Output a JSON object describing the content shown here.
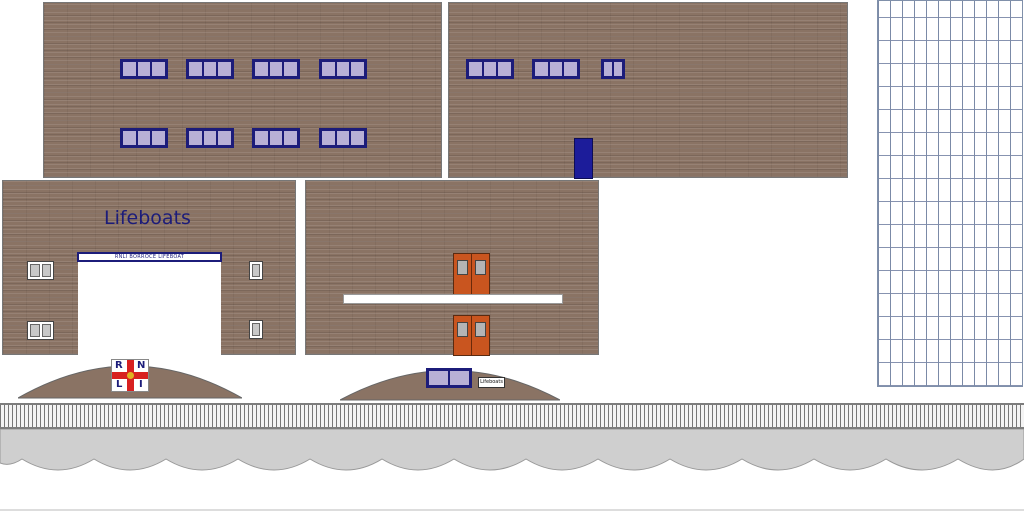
{
  "upper_left_building": {
    "window_rows": 2,
    "windows_per_row": 4
  },
  "upper_right_building": {
    "windows": 3,
    "door": "blue-door"
  },
  "boathouse": {
    "sign_text": "Lifeboats",
    "banner_text": "RNLI  BORROCE LIFEBOAT"
  },
  "rnli_flag": {
    "letters": [
      "R",
      "N",
      "L",
      "I"
    ]
  },
  "middle_building": {
    "orange_doors": 2,
    "balcony": "white-ledge"
  },
  "small_roof_label": "Lifeboats",
  "colors": {
    "brick": "#8a7364",
    "window_frame": "#1c1c7a",
    "door_blue": "#1c1c9a",
    "door_orange": "#c9551f",
    "rnli_red": "#d82020",
    "rnli_gold": "#e0b020",
    "road_grey": "#cfcfcf"
  }
}
